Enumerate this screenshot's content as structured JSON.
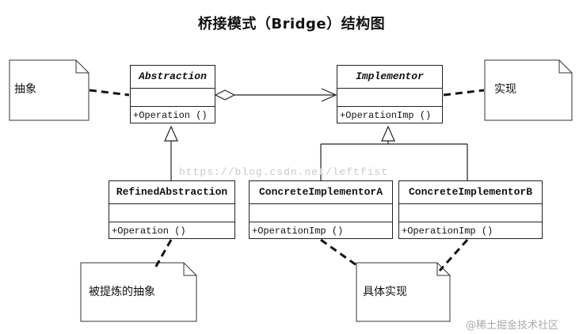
{
  "title": "桥接模式（Bridge）结构图",
  "classes": {
    "abstraction": {
      "name": "Abstraction",
      "op": "+Operation ()"
    },
    "implementor": {
      "name": "Implementor",
      "op": "+OperationImp ()"
    },
    "refined": {
      "name": "RefinedAbstraction",
      "op": "+Operation ()"
    },
    "concrete_a": {
      "name": "ConcreteImplementorA",
      "op": "+OperationImp ()"
    },
    "concrete_b": {
      "name": "ConcreteImplementorB",
      "op": "+OperationImp ()"
    }
  },
  "notes": {
    "abstraction": "抽象",
    "implementation": "实现",
    "refined": "被提炼的抽象",
    "concrete": "具体实现"
  },
  "watermark": {
    "url": "https://blog.csdn.net/leftfist",
    "brand": "@稀土掘金技术社区"
  }
}
